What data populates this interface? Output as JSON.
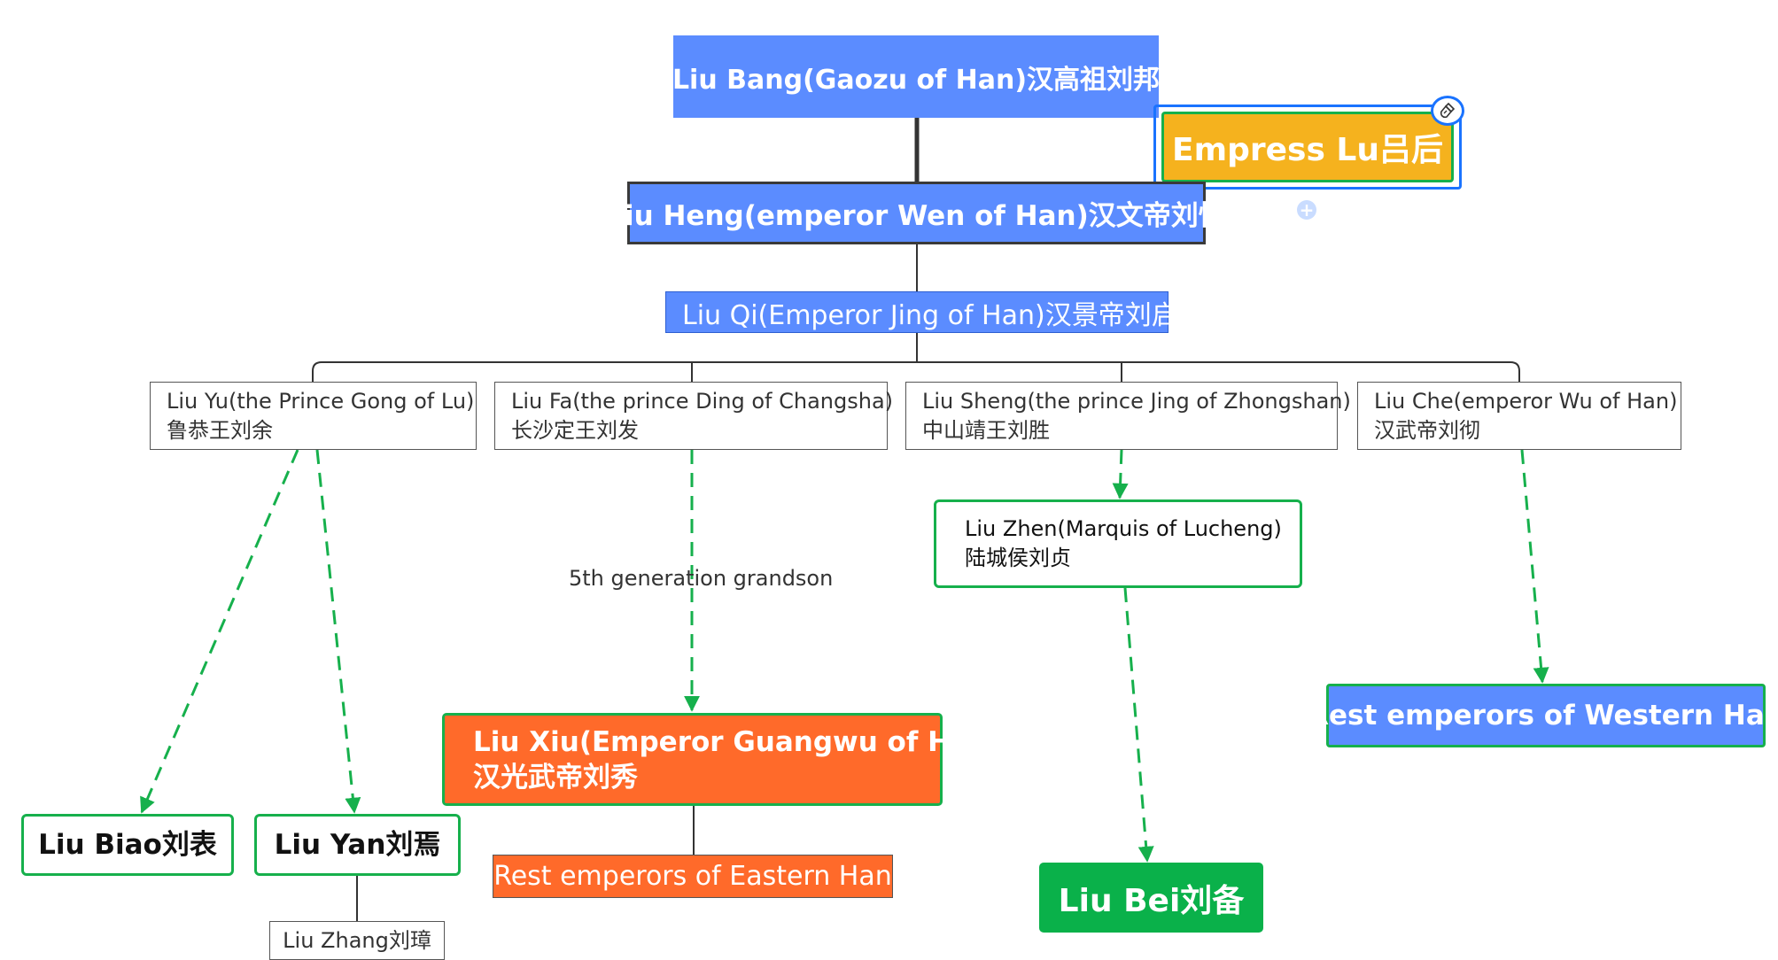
{
  "nodes": {
    "liu_bang": "Liu Bang(Gaozu of Han)汉高祖刘邦",
    "empress_lu": "Empress Lu吕后",
    "liu_heng": "Liu Heng(emperor Wen of Han)汉文帝刘恒",
    "liu_qi": "Liu Qi(Emperor Jing of Han)汉景帝刘启",
    "liu_yu": [
      "Liu Yu(the Prince Gong of Lu)",
      "鲁恭王刘余"
    ],
    "liu_fa": [
      "Liu Fa(the prince Ding of Changsha)",
      "长沙定王刘发"
    ],
    "liu_sheng": [
      "Liu Sheng(the prince Jing of Zhongshan)",
      "中山靖王刘胜"
    ],
    "liu_che": [
      "Liu Che(emperor Wu of Han)",
      "汉武帝刘彻"
    ],
    "liu_zhen": [
      "Liu Zhen(Marquis of Lucheng)",
      "陆城侯刘贞"
    ],
    "liu_xiu": [
      "Liu Xiu(Emperor Guangwu of Han)",
      "汉光武帝刘秀"
    ],
    "rest_eastern": "Rest emperors of Eastern Han",
    "rest_western": "Rest emperors of Western Han",
    "liu_biao": "Liu Biao刘表",
    "liu_yan": "Liu Yan刘焉",
    "liu_zhang": "Liu Zhang刘璋",
    "liu_bei": "Liu Bei刘备"
  },
  "labels": {
    "fifth_generation": "5th generation grandson"
  },
  "icons": {
    "brush": "brush-icon",
    "add": "add-icon"
  },
  "colors": {
    "blue": "#5b8cff",
    "green": "#16b04c",
    "orange": "#ff6a2a",
    "yellow": "#f5b21e",
    "selection": "#1a73ff"
  }
}
